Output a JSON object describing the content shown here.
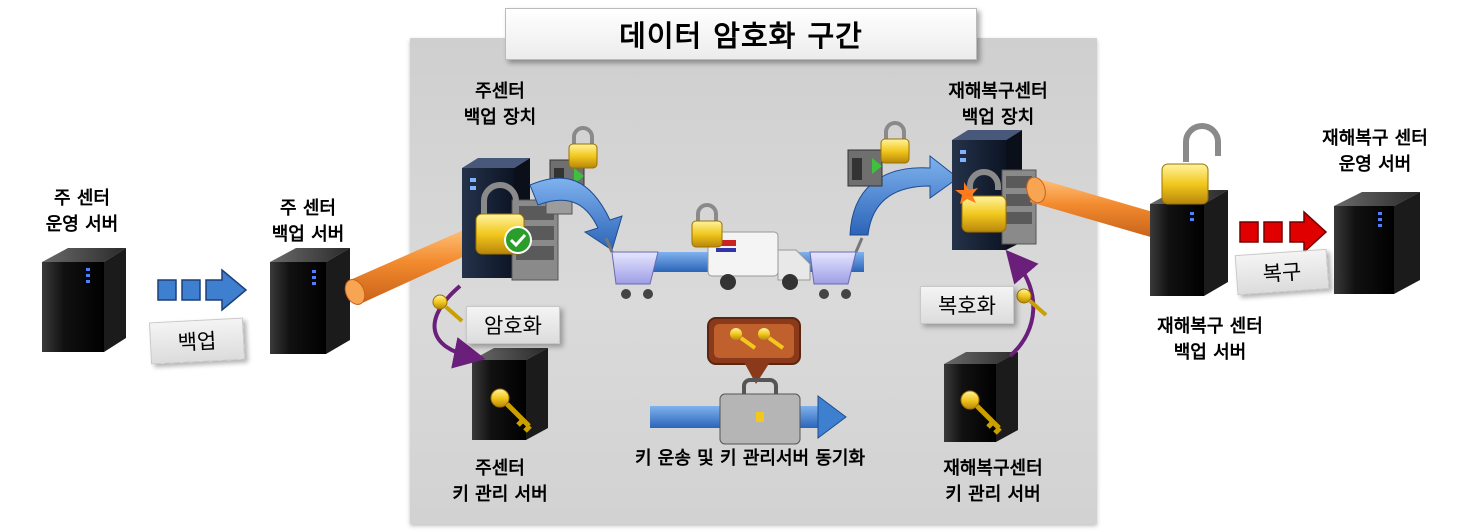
{
  "diagram": {
    "title": "데이터 암호화 구간",
    "nodes": {
      "main_ops_server": {
        "line1": "주 센터",
        "line2": "운영 서버",
        "icon": "server-tower-icon"
      },
      "main_backup_server": {
        "line1": "주 센터",
        "line2": "백업 서버",
        "icon": "server-tower-icon"
      },
      "main_backup_device": {
        "line1": "주센터",
        "line2": "백업 장치",
        "icon": "storage-rack-icon"
      },
      "dr_backup_device": {
        "line1": "재해복구센터",
        "line2": "백업 장치",
        "icon": "storage-rack-icon"
      },
      "dr_backup_server": {
        "line1": "재해복구 센터",
        "line2": "백업 서버",
        "icon": "server-tower-icon"
      },
      "dr_ops_server": {
        "line1": "재해복구 센터",
        "line2": "운영 서버",
        "icon": "server-tower-icon"
      },
      "main_key_server": {
        "line1": "주센터",
        "line2": "키 관리 서버",
        "icon": "key-server-icon"
      },
      "dr_key_server": {
        "line1": "재해복구센터",
        "line2": "키 관리 서버",
        "icon": "key-server-icon"
      }
    },
    "tags": {
      "backup": "백업",
      "encrypt": "암호화",
      "decrypt": "복호화",
      "restore": "복구"
    },
    "sync_label": "키 운송 및 키 관리서버 동기화",
    "colors": {
      "arrow_blue": "#3f7fd0",
      "arrow_red": "#e00000",
      "pipe_orange": "#f28a2e",
      "zone_gray": "#d3d3d3",
      "key_bubble": "#8a3a1a",
      "curve_purple": "#6a1f7a"
    }
  }
}
